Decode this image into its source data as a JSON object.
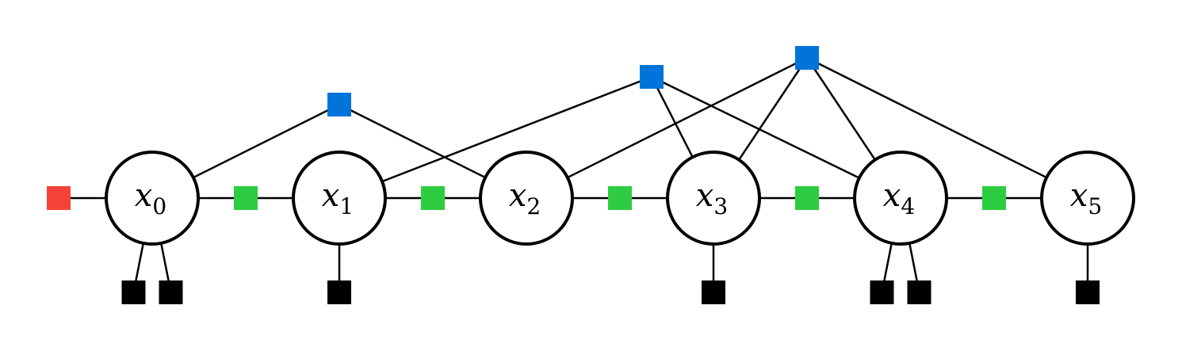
{
  "colors": {
    "prior_factor": "#f44336",
    "odometry_factor": "#2ecc40",
    "loop_factor": "#0074d9",
    "measurement_factor": "#000000",
    "edge": "#000000",
    "node_fill": "#ffffff"
  },
  "variables": [
    {
      "id": "x0",
      "symbol": "x",
      "subscript": "0",
      "measurement_count": 2
    },
    {
      "id": "x1",
      "symbol": "x",
      "subscript": "1",
      "measurement_count": 1
    },
    {
      "id": "x2",
      "symbol": "x",
      "subscript": "2",
      "measurement_count": 0
    },
    {
      "id": "x3",
      "symbol": "x",
      "subscript": "3",
      "measurement_count": 1
    },
    {
      "id": "x4",
      "symbol": "x",
      "subscript": "4",
      "measurement_count": 2
    },
    {
      "id": "x5",
      "symbol": "x",
      "subscript": "5",
      "measurement_count": 1
    }
  ],
  "prior_factors": [
    {
      "id": "p0",
      "connects": [
        "x0"
      ]
    }
  ],
  "odometry_factors": [
    {
      "id": "o01",
      "connects": [
        "x0",
        "x1"
      ]
    },
    {
      "id": "o12",
      "connects": [
        "x1",
        "x2"
      ]
    },
    {
      "id": "o23",
      "connects": [
        "x2",
        "x3"
      ]
    },
    {
      "id": "o34",
      "connects": [
        "x3",
        "x4"
      ]
    },
    {
      "id": "o45",
      "connects": [
        "x4",
        "x5"
      ]
    }
  ],
  "loop_factors": [
    {
      "id": "l_a",
      "connects": [
        "x0",
        "x2"
      ]
    },
    {
      "id": "l_b",
      "connects": [
        "x1",
        "x3",
        "x4"
      ]
    },
    {
      "id": "l_c",
      "connects": [
        "x2",
        "x3",
        "x4",
        "x5"
      ]
    }
  ]
}
